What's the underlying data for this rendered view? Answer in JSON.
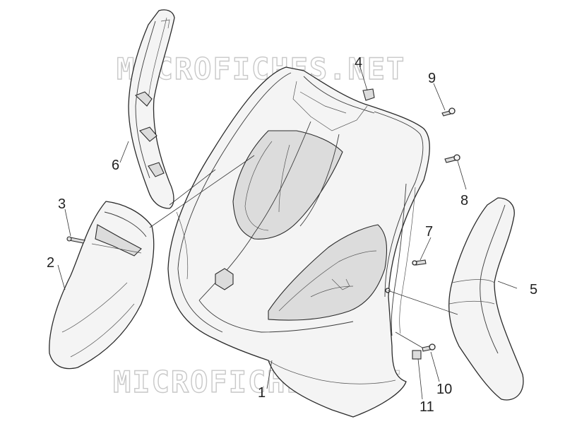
{
  "watermark_top": "MICROFICHES.NET",
  "watermark_bottom": "MICROFICHES.NET",
  "callouts": {
    "c1": "1",
    "c2": "2",
    "c3": "3",
    "c4": "4",
    "c5": "5",
    "c6": "6",
    "c7": "7",
    "c8": "8",
    "c9": "9",
    "c10": "10",
    "c11": "11"
  }
}
